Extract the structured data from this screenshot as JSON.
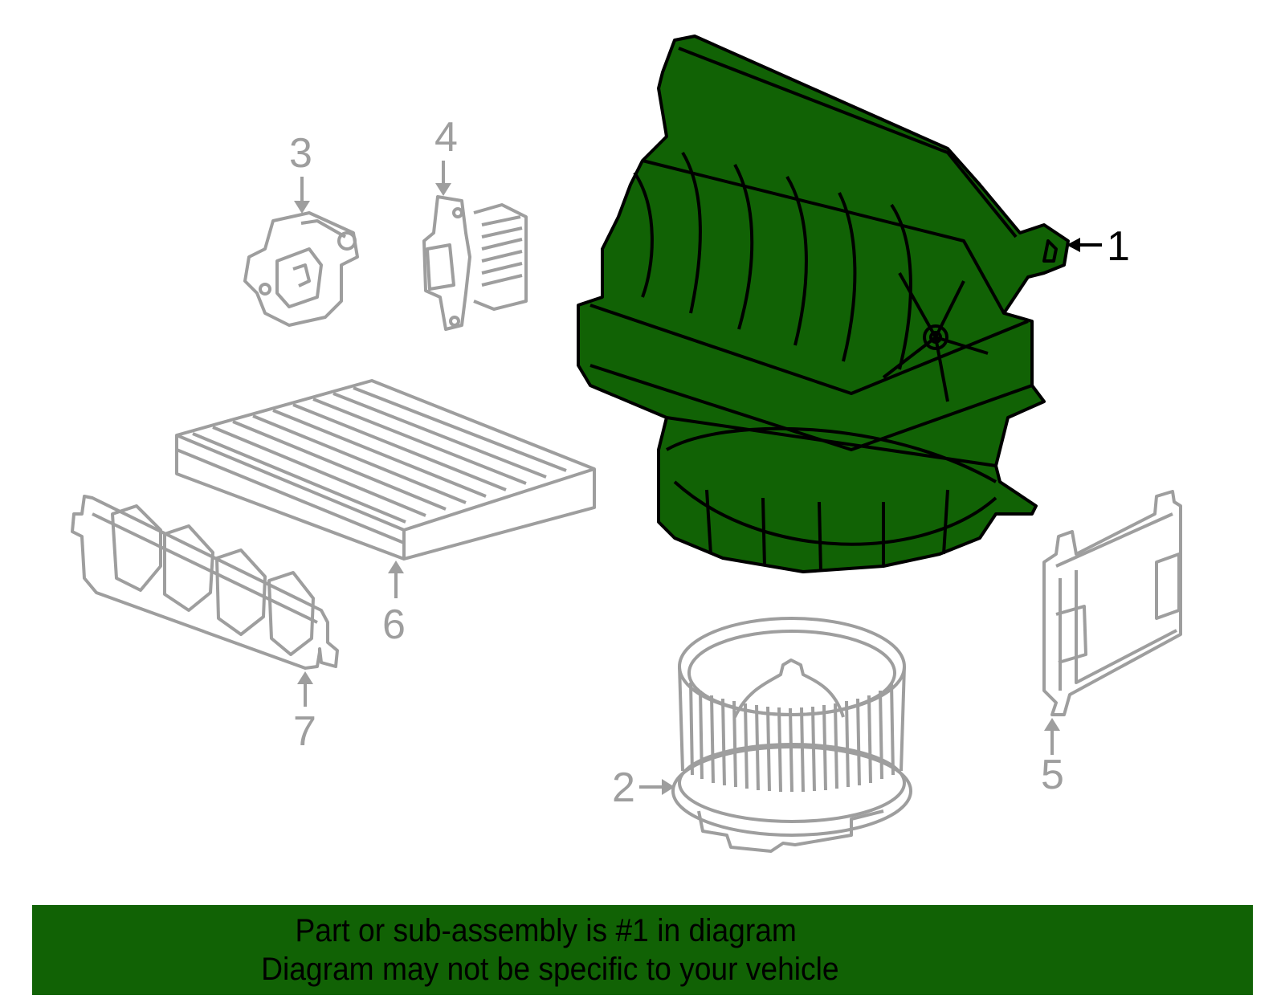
{
  "diagram": {
    "title": "HVAC blower / heater case assembly exploded diagram",
    "highlight_color": "#116205",
    "outline_color": "#000000",
    "faded_color": "#9e9e9e",
    "callouts": [
      {
        "id": "1",
        "label": "1",
        "part": "Blower case assembly (highlighted)",
        "highlighted": true
      },
      {
        "id": "2",
        "label": "2",
        "part": "Blower motor with fan wheel",
        "highlighted": false
      },
      {
        "id": "3",
        "label": "3",
        "part": "Actuator",
        "highlighted": false
      },
      {
        "id": "4",
        "label": "4",
        "part": "Blower motor resistor",
        "highlighted": false
      },
      {
        "id": "5",
        "label": "5",
        "part": "Control module",
        "highlighted": false
      },
      {
        "id": "6",
        "label": "6",
        "part": "Cabin air filter",
        "highlighted": false
      },
      {
        "id": "7",
        "label": "7",
        "part": "Filter cover / access door",
        "highlighted": false
      }
    ]
  },
  "banner": {
    "line1": "Part or sub-assembly is #1 in diagram",
    "line2": "Diagram may not be specific to your vehicle",
    "background": "#116205"
  }
}
